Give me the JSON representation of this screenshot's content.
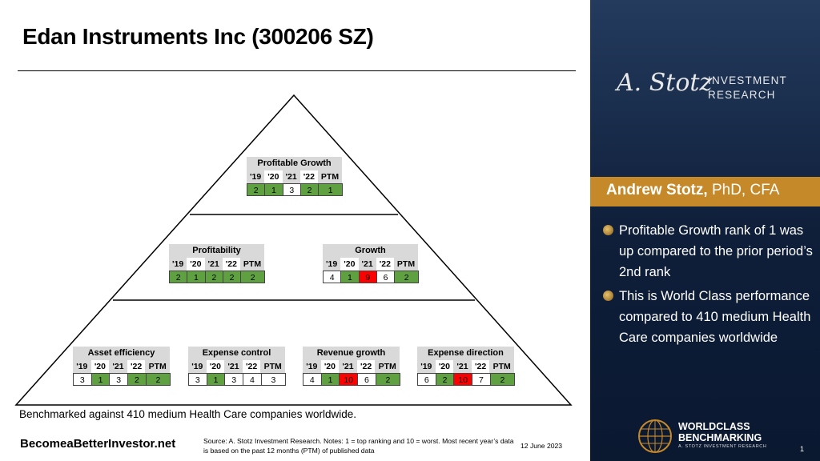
{
  "title": "Edan Instruments Inc (300206 SZ)",
  "year_labels": [
    "'19",
    "'20",
    "'21",
    "'22",
    "PTM"
  ],
  "pyramid": {
    "profitable_growth": {
      "title": "Profitable Growth",
      "values": [
        "2",
        "1",
        "3",
        "2",
        "1"
      ]
    },
    "profitability": {
      "title": "Profitability",
      "values": [
        "2",
        "1",
        "2",
        "2",
        "2"
      ]
    },
    "growth": {
      "title": "Growth",
      "values": [
        "4",
        "1",
        "9",
        "6",
        "2"
      ]
    },
    "asset_efficiency": {
      "title": "Asset efficiency",
      "values": [
        "3",
        "1",
        "3",
        "2",
        "2"
      ]
    },
    "expense_control": {
      "title": "Expense control",
      "values": [
        "3",
        "1",
        "3",
        "4",
        "3"
      ]
    },
    "revenue_growth": {
      "title": "Revenue growth",
      "values": [
        "4",
        "1",
        "10",
        "6",
        "2"
      ]
    },
    "expense_direction": {
      "title": "Expense direction",
      "values": [
        "6",
        "2",
        "10",
        "7",
        "2"
      ]
    }
  },
  "cell_colors": {
    "green": "#5fa041",
    "red": "#ff0000",
    "white": "#ffffff"
  },
  "footer": {
    "benchmark": "Benchmarked against 410 medium Health Care companies worldwide.",
    "site": "BecomeaBetterInvestor.net",
    "source": "Source: A. Stotz Investment Research. Notes: 1 = top ranking and 10 = worst. Most recent year’s data is based on the past 12 months (PTM) of published data",
    "date": "12 June 2023"
  },
  "panel": {
    "logo_script": "A. Stotz",
    "logo_line1": "INVESTMENT",
    "logo_line2": "RESEARCH",
    "author_name": "Andrew Stotz,",
    "author_credentials": " PhD, CFA",
    "bullets": [
      "Profitable Growth rank of 1 was up compared to the prior period’s 2nd rank",
      "This is World Class performance compared to 410 medium Health Care companies worldwide"
    ],
    "wc_line1": "WORLDCLASS",
    "wc_line2": "BENCHMARKING",
    "wc_sub": "A. STOTZ INVESTMENT RESEARCH",
    "page_number": "1",
    "accent_color": "#c6892a",
    "background_color": "#0f1f3a"
  }
}
